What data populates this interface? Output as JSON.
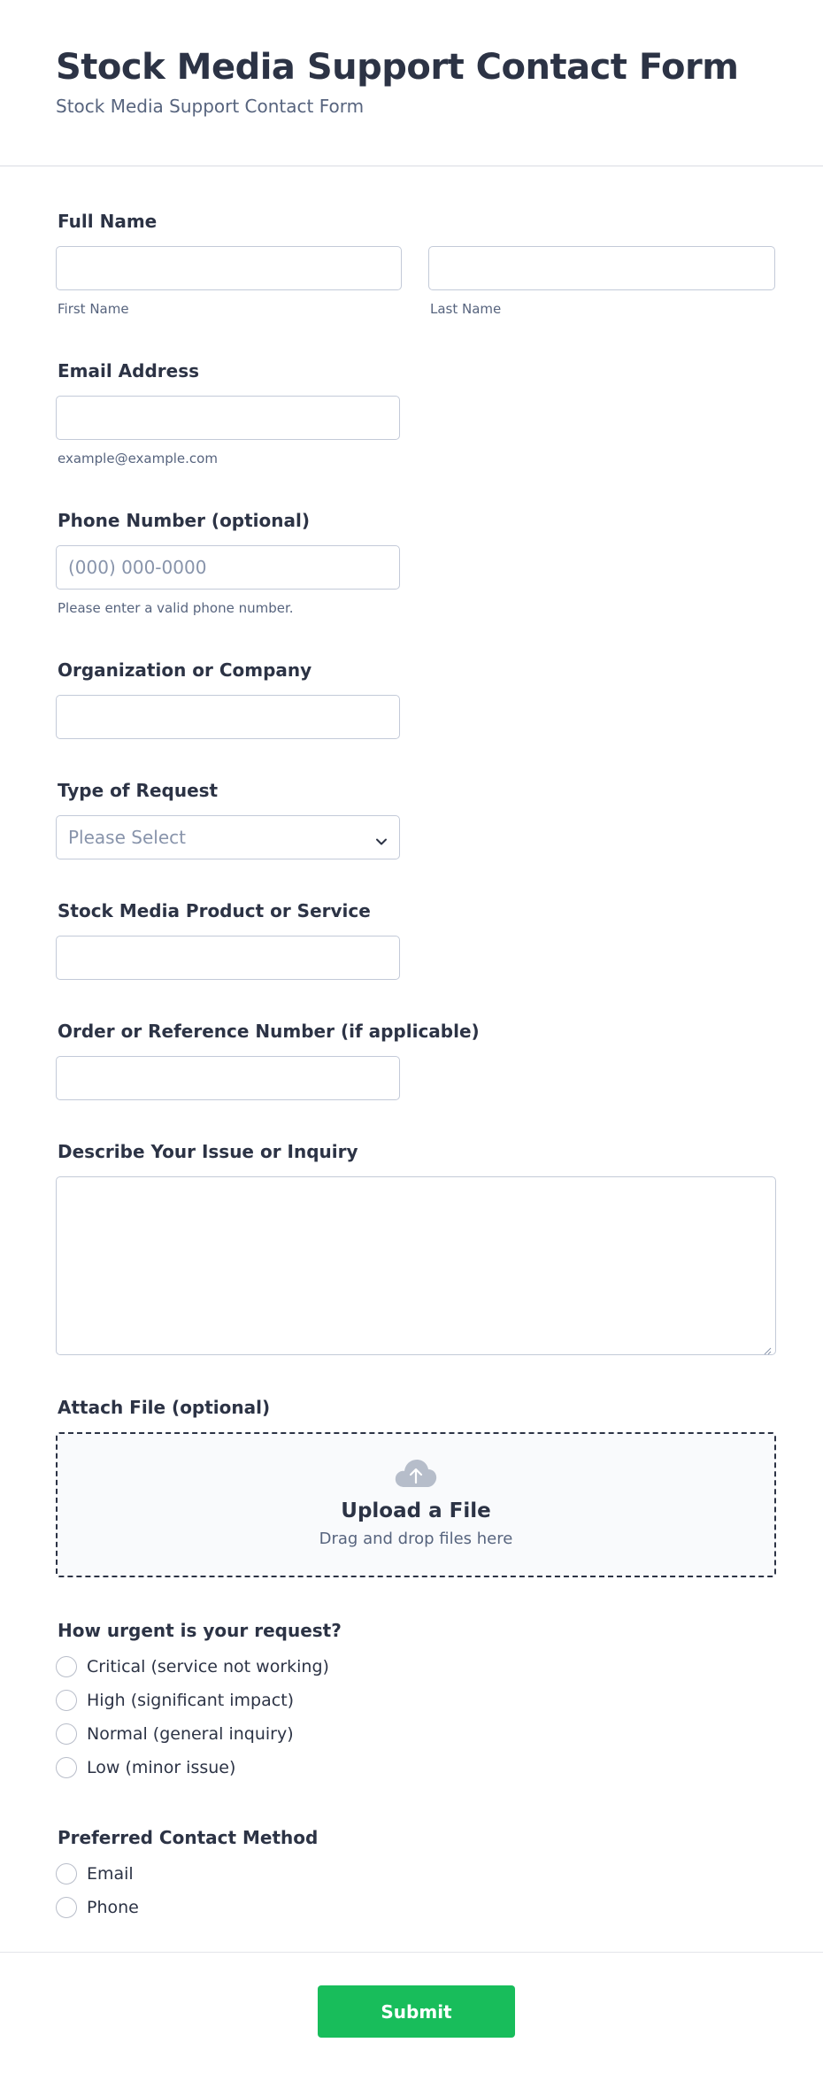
{
  "header": {
    "title": "Stock Media Support Contact Form",
    "subtitle": "Stock Media Support Contact Form"
  },
  "fields": {
    "full_name": {
      "label": "Full Name",
      "first_sublabel": "First Name",
      "last_sublabel": "Last Name"
    },
    "email": {
      "label": "Email Address",
      "sublabel": "example@example.com"
    },
    "phone": {
      "label": "Phone Number (optional)",
      "placeholder": "(000) 000-0000",
      "sublabel": "Please enter a valid phone number."
    },
    "organization": {
      "label": "Organization or Company"
    },
    "request_type": {
      "label": "Type of Request",
      "selected": "Please Select"
    },
    "product": {
      "label": "Stock Media Product or Service"
    },
    "order_number": {
      "label": "Order or Reference Number (if applicable)"
    },
    "issue": {
      "label": "Describe Your Issue or Inquiry"
    },
    "attachment": {
      "label": "Attach File (optional)",
      "upload_title": "Upload a File",
      "upload_sub": "Drag and drop files here"
    },
    "urgency": {
      "label": "How urgent is your request?",
      "options": [
        "Critical (service not working)",
        "High (significant impact)",
        "Normal (general inquiry)",
        "Low (minor issue)"
      ]
    },
    "contact_method": {
      "label": "Preferred Contact Method",
      "options": [
        "Email",
        "Phone"
      ]
    }
  },
  "submit_label": "Submit",
  "colors": {
    "accent": "#18bd5b",
    "text": "#2c3345",
    "muted": "#57647e",
    "border": "#c3cad8"
  }
}
